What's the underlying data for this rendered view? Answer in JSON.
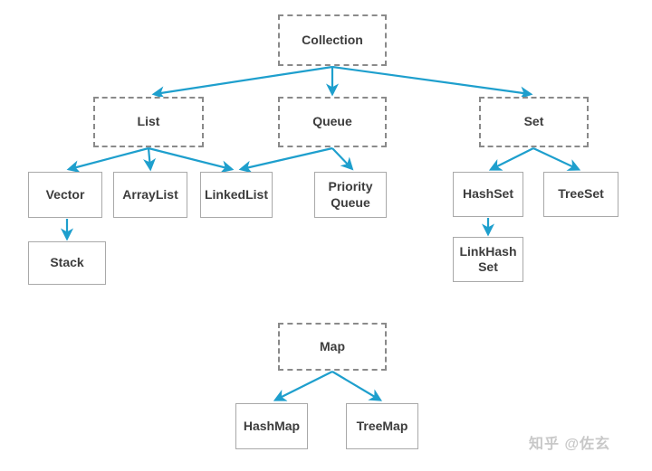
{
  "diagram": {
    "type": "tree",
    "nodes": {
      "collection": {
        "label": "Collection",
        "style": "dashed"
      },
      "list": {
        "label": "List",
        "style": "dashed"
      },
      "queue": {
        "label": "Queue",
        "style": "dashed"
      },
      "set": {
        "label": "Set",
        "style": "dashed"
      },
      "vector": {
        "label": "Vector",
        "style": "solid"
      },
      "arraylist": {
        "label": "ArrayList",
        "style": "solid"
      },
      "linkedlist": {
        "label": "LinkedList",
        "style": "solid"
      },
      "priorityqueue": {
        "label": "Priority Queue",
        "style": "solid"
      },
      "hashset": {
        "label": "HashSet",
        "style": "solid"
      },
      "treeset": {
        "label": "TreeSet",
        "style": "solid"
      },
      "stack": {
        "label": "Stack",
        "style": "solid"
      },
      "linkhashset": {
        "label": "LinkHash Set",
        "style": "solid"
      },
      "map": {
        "label": "Map",
        "style": "dashed"
      },
      "hashmap": {
        "label": "HashMap",
        "style": "solid"
      },
      "treemap": {
        "label": "TreeMap",
        "style": "solid"
      }
    },
    "edges": [
      {
        "from": "collection",
        "to": "list"
      },
      {
        "from": "collection",
        "to": "queue"
      },
      {
        "from": "collection",
        "to": "set"
      },
      {
        "from": "list",
        "to": "vector"
      },
      {
        "from": "list",
        "to": "arraylist"
      },
      {
        "from": "list",
        "to": "linkedlist"
      },
      {
        "from": "queue",
        "to": "linkedlist"
      },
      {
        "from": "queue",
        "to": "priorityqueue"
      },
      {
        "from": "set",
        "to": "hashset"
      },
      {
        "from": "set",
        "to": "treeset"
      },
      {
        "from": "vector",
        "to": "stack"
      },
      {
        "from": "hashset",
        "to": "linkhashset"
      },
      {
        "from": "map",
        "to": "hashmap"
      },
      {
        "from": "map",
        "to": "treemap"
      }
    ]
  },
  "watermark": {
    "text": "知乎 @佐玄"
  },
  "colors": {
    "arrow": "#1e9fcd",
    "dashed_border": "#8a8a8a",
    "solid_border": "#a9a9a9",
    "label_text": "#3d3d3d",
    "watermark_text": "#c8c8c8",
    "background": "#ffffff"
  }
}
